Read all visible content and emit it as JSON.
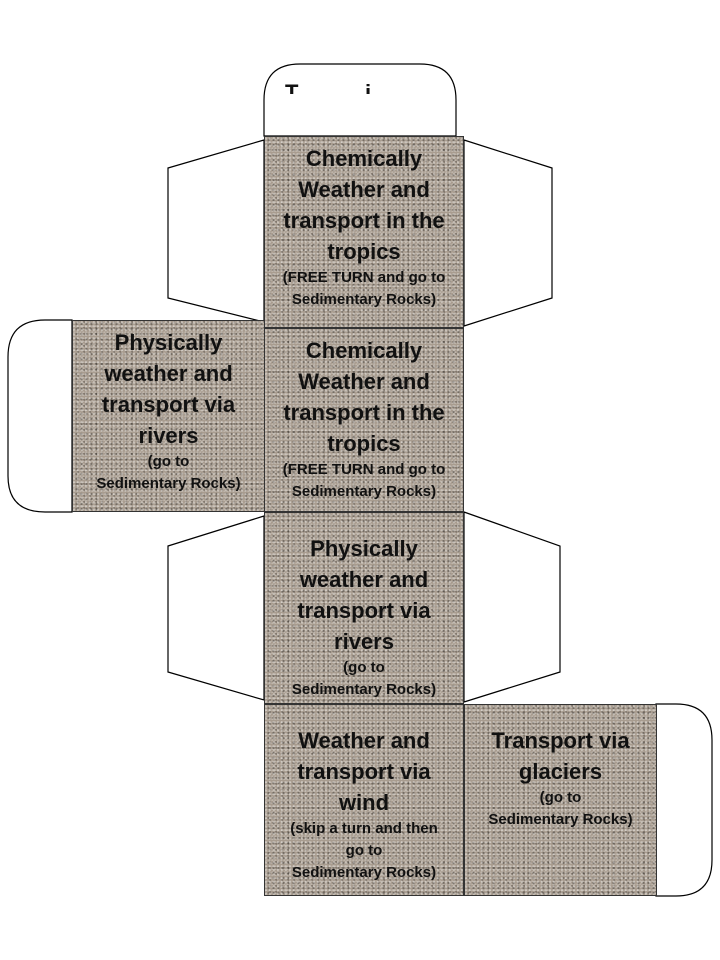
{
  "top_tab": {
    "partial_text": "T i"
  },
  "faces": [
    {
      "id": "top",
      "title_lines": [
        "Chemically",
        "Weather and",
        "transport in the",
        "tropics"
      ],
      "note_lines": [
        "(FREE TURN and go to",
        "Sedimentary Rocks)"
      ]
    },
    {
      "id": "left",
      "title_lines": [
        "Physically",
        "weather  and",
        "transport via",
        "rivers"
      ],
      "note_lines": [
        "(go to",
        "Sedimentary Rocks)"
      ]
    },
    {
      "id": "center",
      "title_lines": [
        "Chemically",
        "Weather and",
        "transport in the",
        "tropics"
      ],
      "note_lines": [
        "(FREE TURN and go to",
        "Sedimentary Rocks)"
      ]
    },
    {
      "id": "lower-middle",
      "title_lines": [
        "Physically",
        "weather and",
        "transport via",
        "rivers"
      ],
      "note_lines": [
        "(go to",
        "Sedimentary Rocks)"
      ]
    },
    {
      "id": "bottom",
      "title_lines": [
        "Weather and",
        "transport via",
        "wind"
      ],
      "note_lines": [
        "(skip a turn and then",
        "go to",
        "Sedimentary Rocks)"
      ]
    },
    {
      "id": "bottom-right",
      "title_lines": [
        "Transport via",
        "glaciers"
      ],
      "note_lines": [
        "(go to",
        "Sedimentary Rocks)"
      ]
    }
  ],
  "colors": {
    "face_fill": "#a89c8f",
    "outline": "#000000",
    "text": "#111111"
  }
}
